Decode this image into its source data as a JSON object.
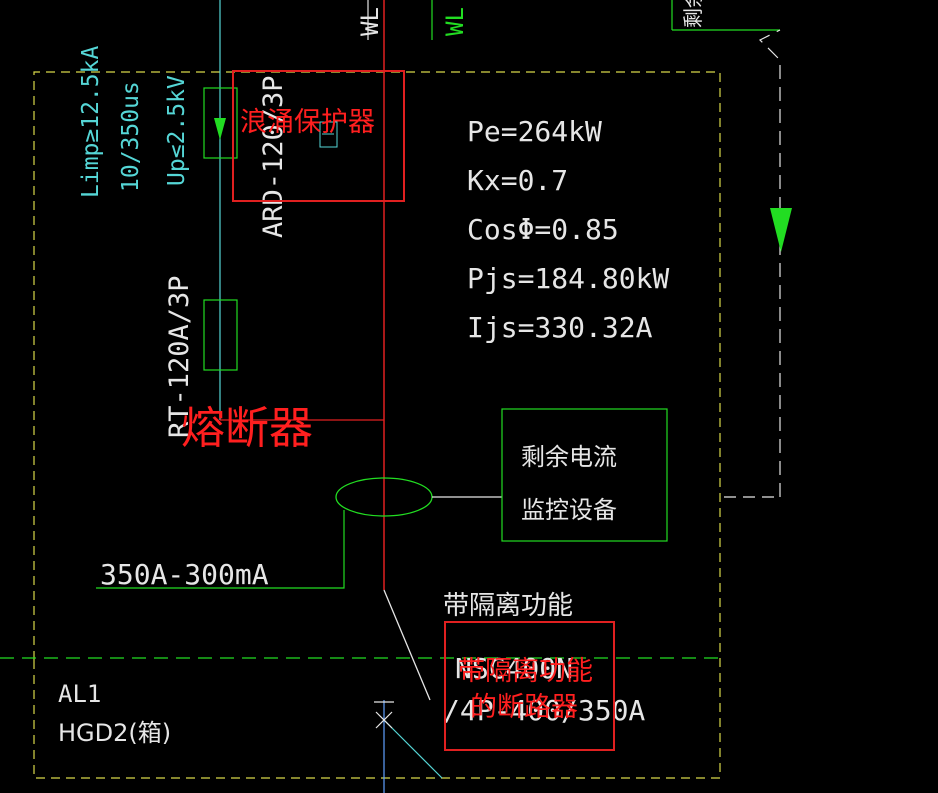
{
  "colors": {
    "background": "#000000",
    "white": "#e6e6e6",
    "cyan": "#55d6d6",
    "green": "#22dd22",
    "yellow": "#d8d84a",
    "red": "#e02020",
    "redText": "#ff1f1f"
  },
  "top": {
    "label_w1": "WL",
    "label_w2": "WL",
    "label_right": "剩余"
  },
  "spd": {
    "spec_1": "Limp≥12.5kA",
    "spec_2": "10/350us",
    "spec_3": "Up≤2.5kV",
    "model": "ARD-120/3P"
  },
  "fuse": {
    "model": "RT-120A/3P"
  },
  "load": {
    "line_1": "Pe=264kW",
    "line_2": "Kx=0.7",
    "line_3": "CosΦ=0.85",
    "line_4": "Pjs=184.80kW",
    "line_5": "Ijs=330.32A"
  },
  "rcm": {
    "line_1": "剩余电流",
    "line_2": "监控设备",
    "rating": "350A-300mA"
  },
  "breaker": {
    "isolation_label": "带隔离功能",
    "model_line_1": "NSC400N",
    "model_line_2": "/4P-400/350A"
  },
  "box": {
    "name": "AL1",
    "type": "HGD2(箱)"
  },
  "annotations": {
    "surge_protector": "浪涌保护器",
    "fuse": "熔断器",
    "breaker_line_1": "带隔离功能",
    "breaker_line_2": "的断路器"
  }
}
